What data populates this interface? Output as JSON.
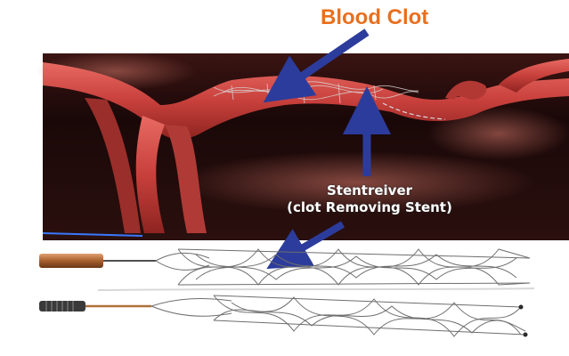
{
  "labels": {
    "blood_clot": "Blood Clot",
    "stentreiver_line1": "Stentreiver",
    "stentreiver_line2": "(clot Removing Stent)"
  },
  "colors": {
    "title": "#e8701f",
    "arrow": "#2c3c9c",
    "vessel": "#c83a3a",
    "background_dark": "#1c0a0a",
    "stent_wire": "#6e6e6e"
  },
  "icons": [
    "arrow-icon",
    "catheter-icon",
    "stent-mesh-icon"
  ]
}
